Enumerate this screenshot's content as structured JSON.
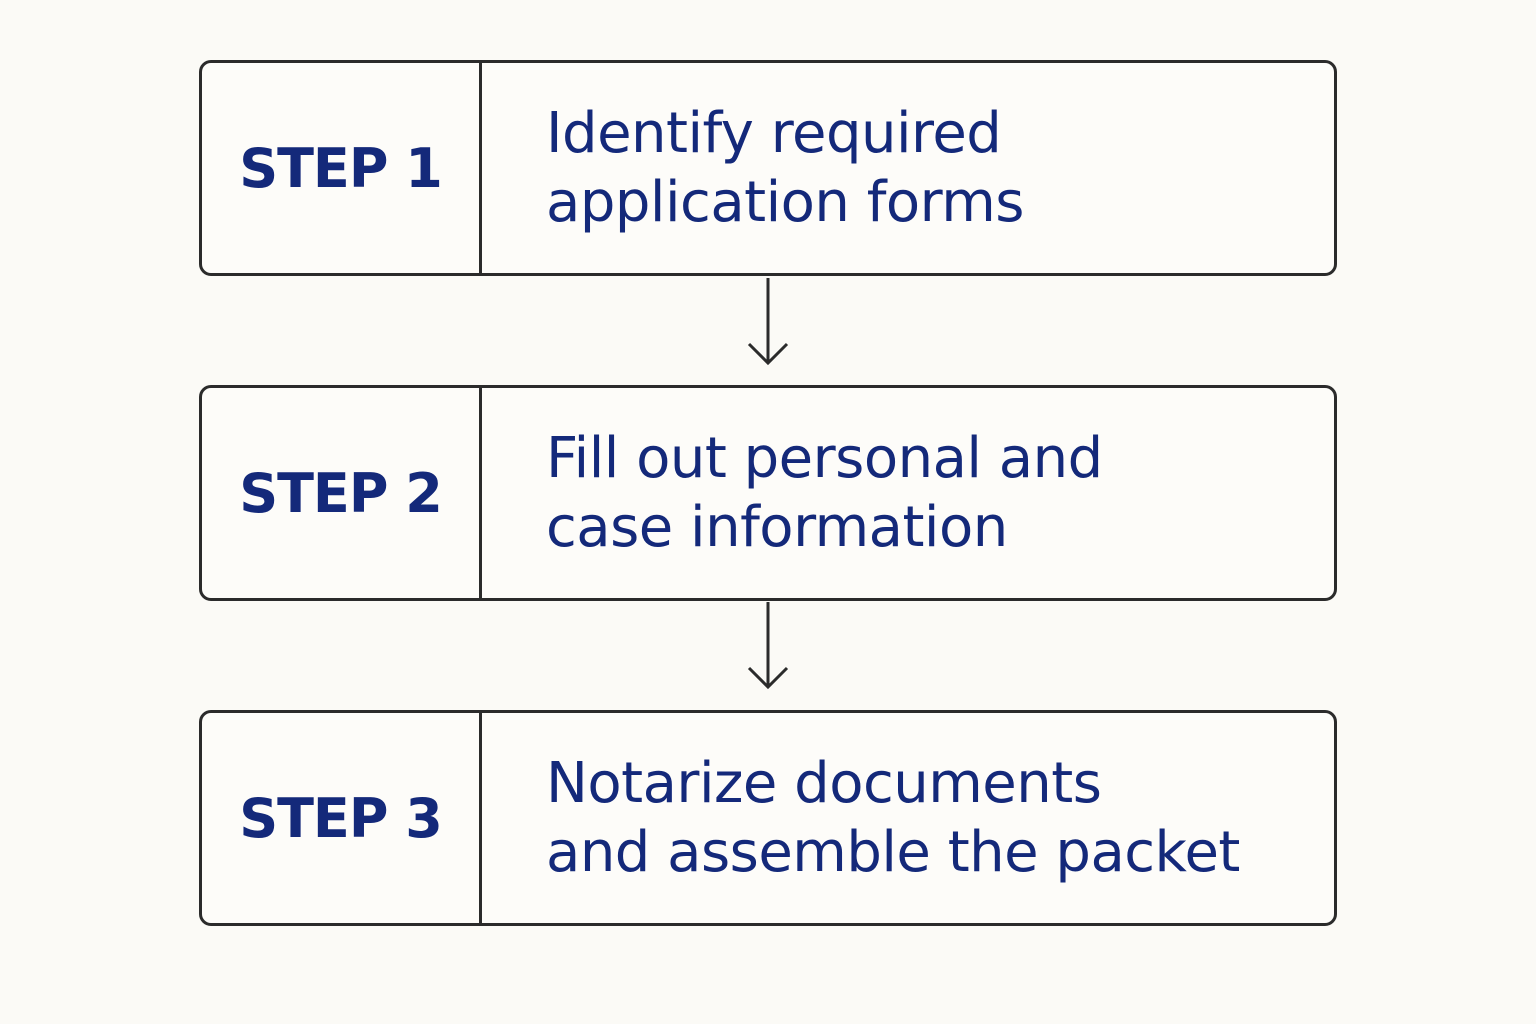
{
  "steps": [
    {
      "label": "STEP 1",
      "text": "Identify required\napplication forms"
    },
    {
      "label": "STEP 2",
      "text": "Fill out personal and\ncase information"
    },
    {
      "label": "STEP 3",
      "text": "Notarize documents\nand assemble the packet"
    }
  ],
  "colors": {
    "background": "#fbfaf6",
    "text": "#14297a",
    "border": "#2b2b2b"
  }
}
